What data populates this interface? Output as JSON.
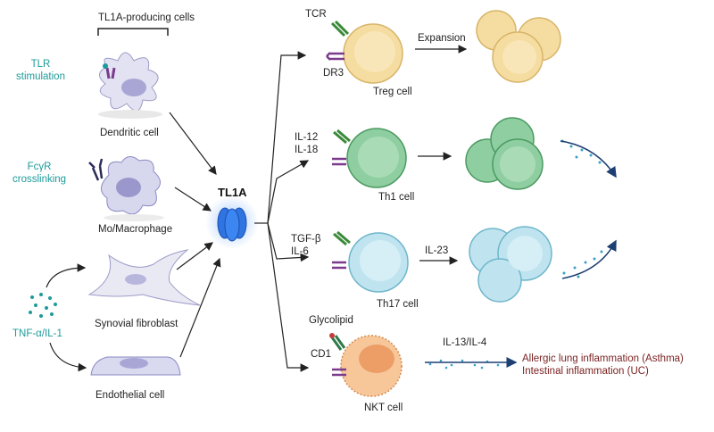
{
  "header": {
    "producing_cells": "TL1A-producing cells"
  },
  "hub": {
    "label": "TL1A"
  },
  "stimuli": {
    "tlr": "TLR\nstimulation",
    "fcyr": "FcγR\ncrosslinking",
    "tnf": "TNF-α/IL-1"
  },
  "producers": {
    "dendritic": "Dendritic cell",
    "macrophage": "Mo/Macrophage",
    "fibroblast": "Synovial fibroblast",
    "endothelial": "Endothelial cell"
  },
  "treg": {
    "receptor_tcr": "TCR",
    "receptor_dr3": "DR3",
    "cell": "Treg cell",
    "arrow": "Expansion"
  },
  "th1": {
    "cytokines": "IL-12\nIL-18",
    "cell": "Th1 cell"
  },
  "th17": {
    "cytokines": "TGF-β\nIL-6",
    "cell": "Th17 cell",
    "arrow": "IL-23"
  },
  "nkt": {
    "ligand": "Glycolipid",
    "receptor_cd1": "CD1",
    "cell": "NKT cell",
    "arrow": "IL-13/IL-4"
  },
  "outcomes": {
    "asthma": "Allergic lung inflammation (Asthma)",
    "uc": "Intestinal inflammation (UC)"
  },
  "colors": {
    "teal": "#1e9a9a",
    "treg": "#f5dca0",
    "th1": "#8fcea0",
    "th17": "#bfe4ef",
    "nkt": "#f7c79a",
    "tl1a": "#2f74e0",
    "outcome": "#7a1f1f"
  }
}
